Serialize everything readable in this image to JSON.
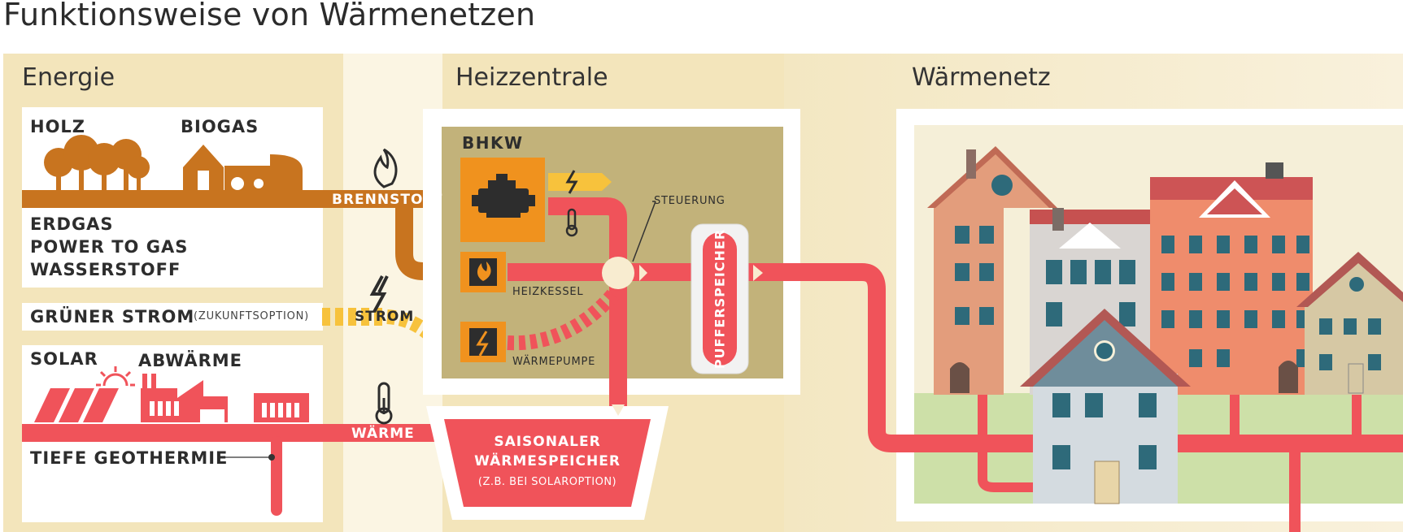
{
  "title": "Funktionsweise von Wärmenetzen",
  "sections": {
    "energie": "Energie",
    "heizzentrale": "Heizzentrale",
    "waermenetz": "Wärmenetz"
  },
  "sources": {
    "holz": "HOLZ",
    "biogas": "BIOGAS",
    "erdgas": "ERDGAS",
    "power_to_gas": "POWER TO GAS",
    "wasserstoff": "WASSERSTOFF",
    "gruener_strom": "GRÜNER STROM",
    "zukunftsoption": "(ZUKUNFTSOPTION)",
    "solar": "SOLAR",
    "abwaerme": "ABWÄRME",
    "tiefe_geothermie": "TIEFE GEOTHERMIE"
  },
  "flows": {
    "brennstoff": "BRENNSTOFF",
    "strom": "STROM",
    "waerme": "WÄRME"
  },
  "plant": {
    "bhkw": "BHKW",
    "heizkessel": "HEIZKESSEL",
    "waermepumpe": "WÄRMEPUMPE",
    "steuerung": "STEUERUNG",
    "pufferspeicher": "PUFFERSPEICHER"
  },
  "storage": {
    "line1": "SAISONALER",
    "line2": "WÄRMESPEICHER",
    "line3": "(Z.B. BEI SOLAROPTION)"
  },
  "colors": {
    "brown": "#c8741f",
    "red": "#f0535a",
    "yellow": "#f7c23c",
    "orange": "#f0921e",
    "panel": "#f3e7c2",
    "olive": "#c2b27a"
  }
}
